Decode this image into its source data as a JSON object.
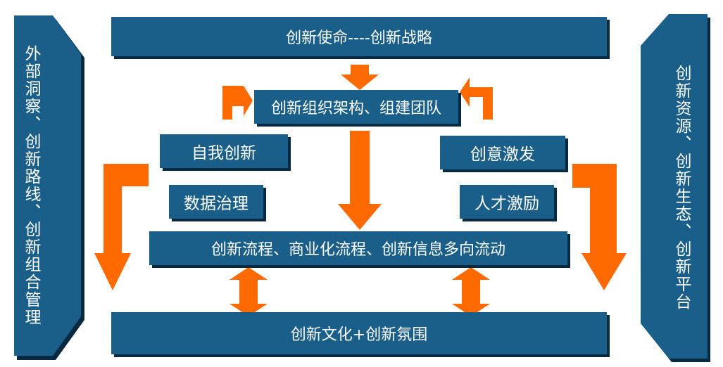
{
  "colors": {
    "box_fill": "#1a5f8a",
    "box_shadow": "#082a40",
    "arrow_orange": "#ff6a00",
    "text": "#ffffff"
  },
  "left_banner": {
    "text": "外部洞察、创新路线、创新组合管理"
  },
  "right_banner": {
    "text": "创新资源、创新生态、创新平台"
  },
  "top_box": {
    "text": "创新使命----创新战略"
  },
  "org_box": {
    "text": "创新组织架构、组建团队"
  },
  "self_box": {
    "text": "自我创新"
  },
  "data_box": {
    "text": "数据治理"
  },
  "idea_box": {
    "text": "创意激发"
  },
  "talent_box": {
    "text": "人才激励"
  },
  "process_box": {
    "text": "创新流程、商业化流程、创新信息多向流动"
  },
  "culture_box": {
    "text": "创新文化+创新氛围"
  }
}
